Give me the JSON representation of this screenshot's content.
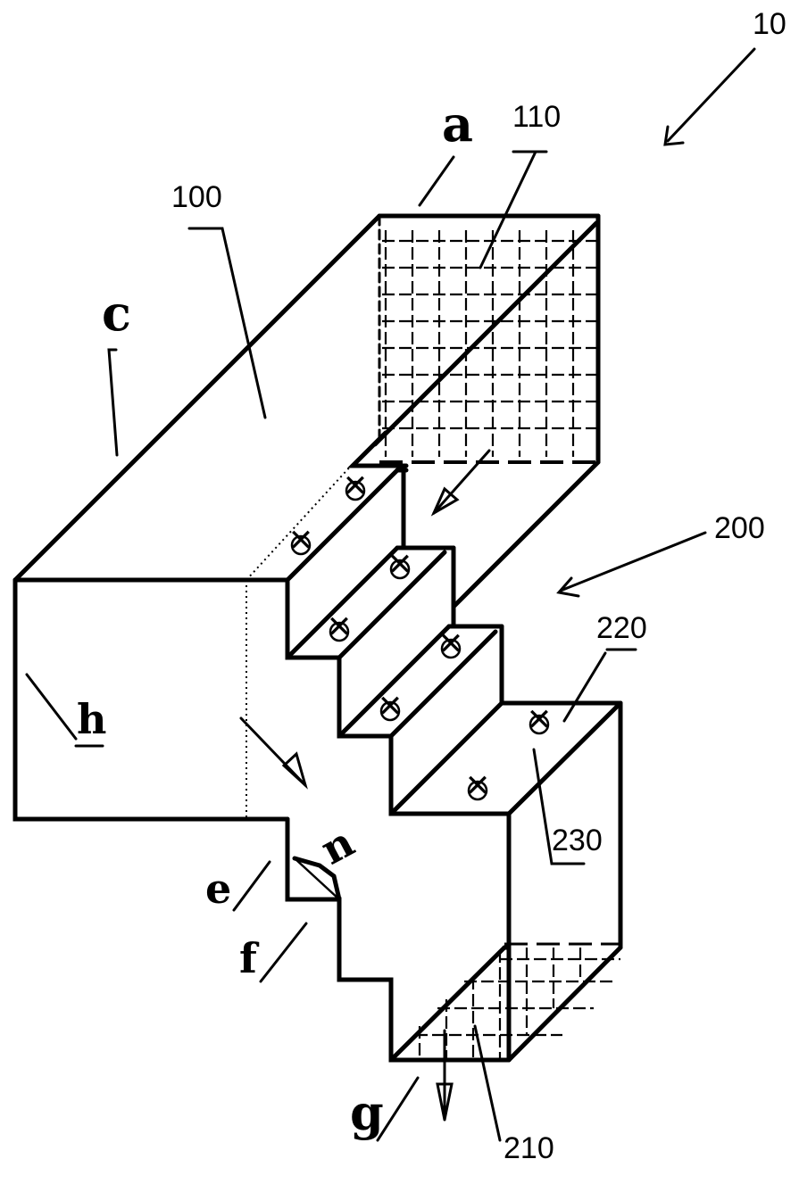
{
  "labels": {
    "device": "10",
    "part_100": "100",
    "part_110": "110",
    "part_200": "200",
    "part_210": "210",
    "part_220": "220",
    "part_230": "230",
    "a": "a",
    "c": "c",
    "e": "e",
    "f": "f",
    "g": "g",
    "h": "h",
    "n": "n"
  },
  "icons": {
    "screw": "screw-icon",
    "arrow": "arrow-icon"
  }
}
